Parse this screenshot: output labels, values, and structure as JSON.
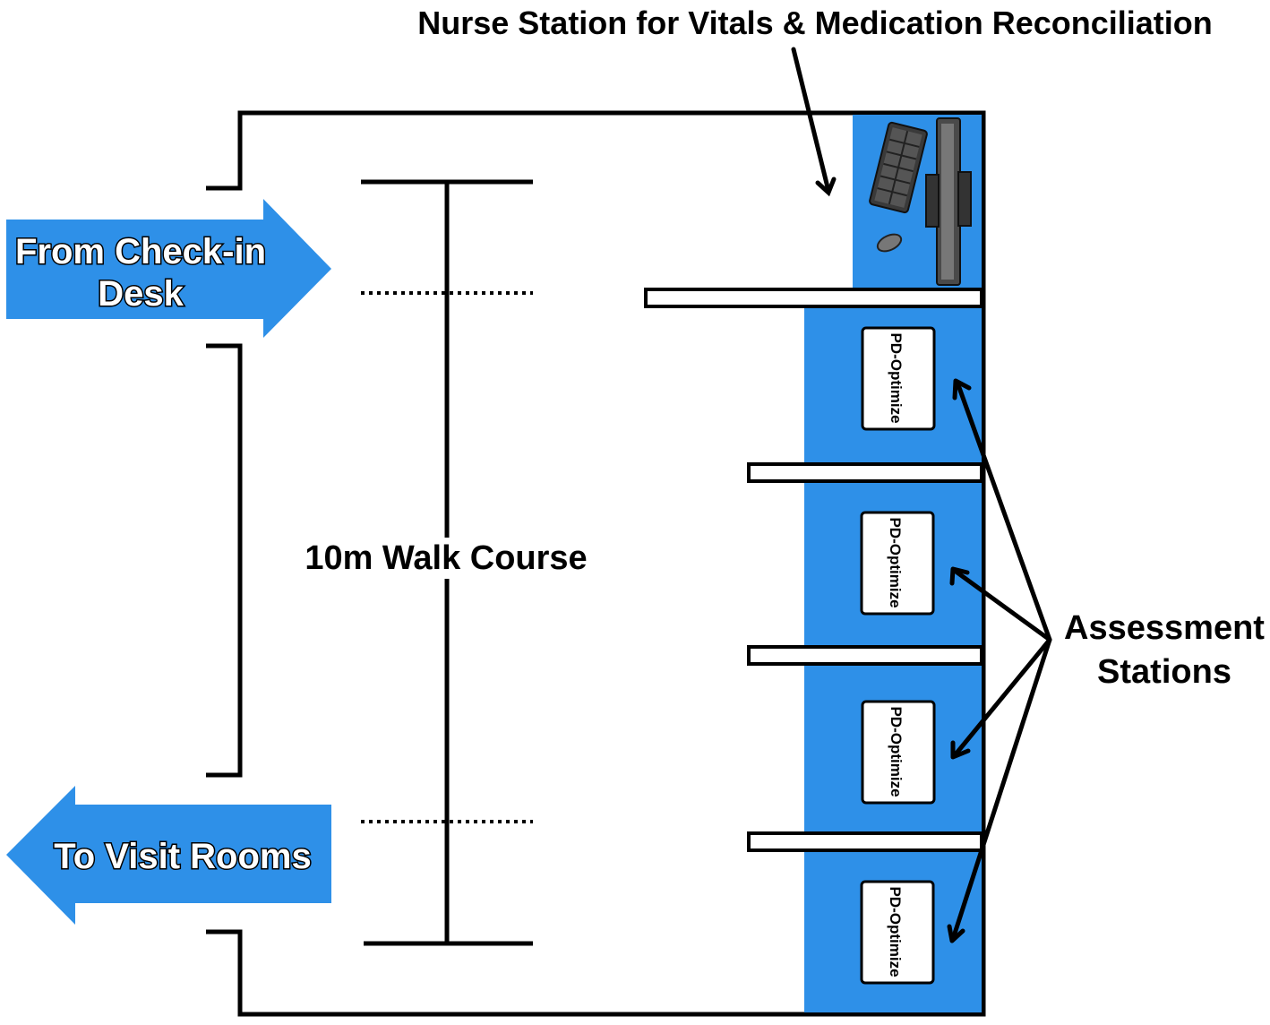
{
  "labels": {
    "nurse_station": "Nurse Station for Vitals & Medication Reconciliation",
    "from_checkin_line1": "From Check-in",
    "from_checkin_line2": "Desk",
    "to_visit_rooms": "To Visit Rooms",
    "walk_course": "10m Walk Course",
    "assessment_line1": "Assessment",
    "assessment_line2": "Stations"
  },
  "stations": [
    {
      "label": "PD-Optimize"
    },
    {
      "label": "PD-Optimize"
    },
    {
      "label": "PD-Optimize"
    },
    {
      "label": "PD-Optimize"
    }
  ],
  "colors": {
    "accent_blue": "#2e90e8",
    "line": "#000000",
    "station_box": "#ffffff"
  },
  "icons": [
    "keyboard-icon",
    "monitor-icon",
    "mouse-icon"
  ]
}
